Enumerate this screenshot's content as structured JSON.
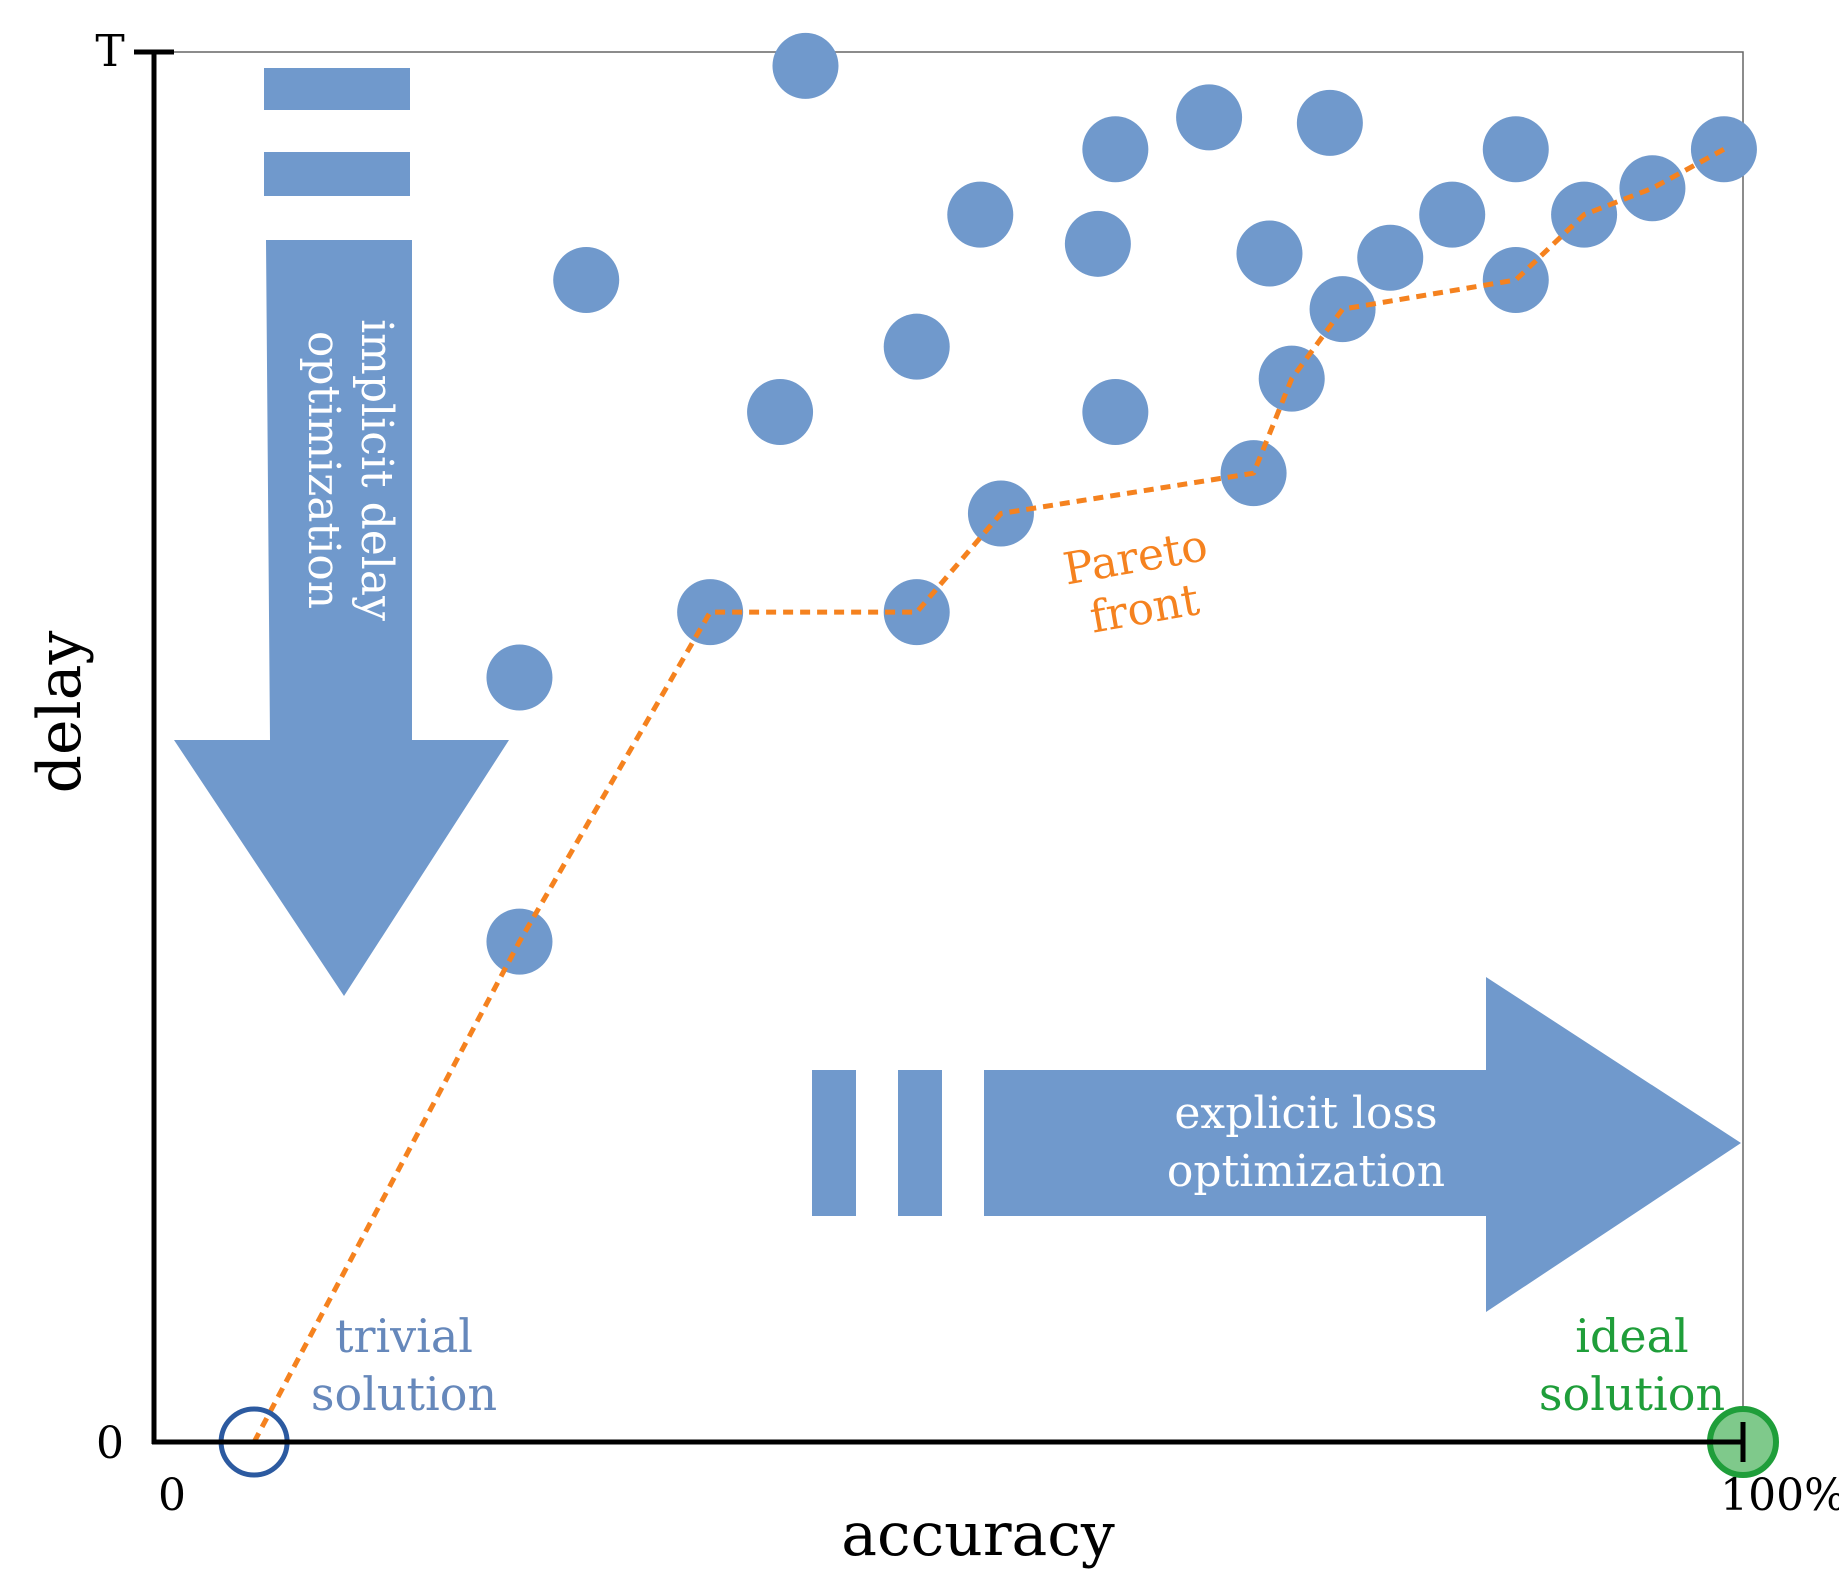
{
  "chart_data": {
    "type": "scatter",
    "xlabel": "accuracy",
    "ylabel": "delay",
    "x_tick_labels": [
      "0",
      "100%"
    ],
    "y_tick_labels": [
      "0",
      "T"
    ],
    "xlim": [
      0,
      100
    ],
    "ylim": [
      0,
      100
    ],
    "grid": false,
    "points": [
      {
        "x": 6.3,
        "y": 0,
        "role": "trivial"
      },
      {
        "x": 23.0,
        "y": 36.0
      },
      {
        "x": 23.0,
        "y": 55.0
      },
      {
        "x": 27.2,
        "y": 83.6
      },
      {
        "x": 35.0,
        "y": 59.7
      },
      {
        "x": 39.4,
        "y": 74.1
      },
      {
        "x": 41.0,
        "y": 99.0
      },
      {
        "x": 48.0,
        "y": 78.8
      },
      {
        "x": 48.0,
        "y": 59.7
      },
      {
        "x": 52.0,
        "y": 88.3
      },
      {
        "x": 53.3,
        "y": 66.8
      },
      {
        "x": 59.4,
        "y": 86.2
      },
      {
        "x": 60.5,
        "y": 74.1
      },
      {
        "x": 60.5,
        "y": 93.0
      },
      {
        "x": 66.4,
        "y": 95.3
      },
      {
        "x": 69.2,
        "y": 69.7
      },
      {
        "x": 70.2,
        "y": 85.5
      },
      {
        "x": 71.6,
        "y": 76.5
      },
      {
        "x": 74.0,
        "y": 94.9
      },
      {
        "x": 74.8,
        "y": 81.5
      },
      {
        "x": 77.8,
        "y": 85.2
      },
      {
        "x": 81.7,
        "y": 88.3
      },
      {
        "x": 85.7,
        "y": 93.0
      },
      {
        "x": 85.7,
        "y": 83.6
      },
      {
        "x": 90.0,
        "y": 88.3
      },
      {
        "x": 94.3,
        "y": 90.2
      },
      {
        "x": 98.8,
        "y": 93.0
      },
      {
        "x": 100,
        "y": 0,
        "role": "ideal"
      }
    ],
    "pareto_front": {
      "name": "Pareto front",
      "label_lines": [
        "Pareto",
        "front"
      ],
      "points": [
        [
          6.3,
          0
        ],
        [
          23.0,
          36.0
        ],
        [
          35.0,
          59.7
        ],
        [
          48.0,
          59.7
        ],
        [
          53.3,
          66.8
        ],
        [
          69.2,
          69.7
        ],
        [
          71.6,
          76.5
        ],
        [
          74.8,
          81.5
        ],
        [
          85.7,
          83.6
        ],
        [
          90.0,
          88.3
        ],
        [
          94.3,
          90.2
        ],
        [
          98.8,
          93.0
        ]
      ]
    },
    "annotations": {
      "implicit": [
        "implicit delay",
        "optimization"
      ],
      "explicit": [
        "explicit loss",
        "optimization"
      ],
      "trivial": [
        "trivial",
        "solution"
      ],
      "ideal": [
        "ideal",
        "solution"
      ]
    },
    "colors": {
      "points": "#7099cc",
      "pareto": "#f5821f",
      "trivial": "#2c5aa0",
      "ideal": "#1f9e3a",
      "ideal_fill": "#7fc98b",
      "arrows": "#7099cc",
      "axis": "#000000"
    }
  }
}
